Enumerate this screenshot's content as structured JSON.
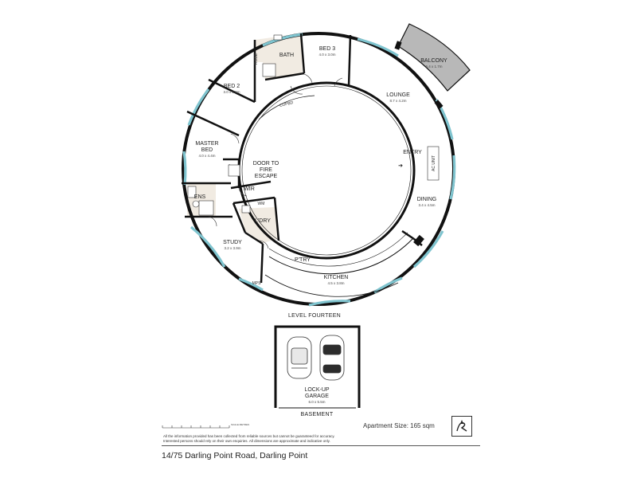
{
  "rooms": {
    "balcony": {
      "name": "BALCONY",
      "dim": "5.4 x 1.7m"
    },
    "bed3": {
      "name": "BED 3",
      "dim": "4.0 x 3.0m"
    },
    "bath": {
      "name": "BATH"
    },
    "robe": {
      "name": "ROBE"
    },
    "bed2": {
      "name": "BED 2",
      "dim": "3.0 x 3.0m"
    },
    "lounge": {
      "name": "LOUNGE",
      "dim": "8.7 x 4.2m"
    },
    "master_bed": {
      "line1": "MASTER",
      "line2": "BED",
      "dim": "4.0 x 4.4m"
    },
    "door_fire": {
      "line1": "DOOR TO",
      "line2": "FIRE",
      "line3": "ESCAPE"
    },
    "entry": {
      "name": "ENTRY"
    },
    "ac_unit": {
      "name": "AC UNIT"
    },
    "dining": {
      "name": "DINING",
      "dim": "3.4 x 4.5m"
    },
    "ens": {
      "name": "ENS"
    },
    "wir": {
      "name": "WIR"
    },
    "ldry": {
      "name": "L'DRY"
    },
    "wm": {
      "name": "WM"
    },
    "study": {
      "name": "STUDY",
      "dim": "3.2 x 3.9m"
    },
    "ptry": {
      "name": "P'TRY"
    },
    "kitchen": {
      "name": "KITCHEN",
      "dim": "4.5 x 3.8m"
    },
    "cupbd": {
      "name": "CUPBD"
    },
    "mps": {
      "name": "MPS"
    },
    "garage": {
      "line1": "LOCK-UP",
      "line2": "GARAGE",
      "dim": "6.0 x 5.5m"
    }
  },
  "captions": {
    "level": "LEVEL FOURTEEN",
    "basement": "BASEMENT"
  },
  "footer": {
    "apartment_size": "Apartment Size: 165 sqm",
    "disclaimer": "All the information provided has been collected from reliable sources but cannot be guaranteed for accuracy. Interested persons should rely on their own enquiries. All dimensions are approximate and indicative only.",
    "address": "14/75 Darling Point Road, Darling Point",
    "scale_label": "SCALE METRES"
  },
  "colors": {
    "wall": "#111111",
    "window": "#7fc4cf",
    "balcony": "#b8b8b8",
    "tile": "#f1ebe2"
  }
}
